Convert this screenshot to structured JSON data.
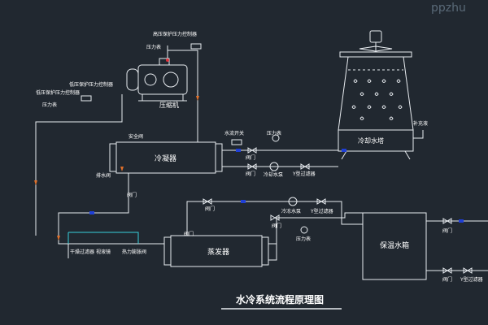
{
  "watermark": "ppzhu",
  "title": "水冷系统流程原理图",
  "colors": {
    "background": "#212830",
    "line": "#e8ecf0",
    "cyan": "#36d1dc",
    "flow_marker": "#1f3fd6",
    "arrow": "#e0702a",
    "red_valve": "#e0303a"
  },
  "labels": {
    "high_pressure_ctrl": "高压保护压力控制器",
    "gauge_top": "压力表",
    "low_pressure_ctrl": "低压保护压力控制器",
    "low_pressure_ctrl_alt": "低压保护压力控制器",
    "gauge_left": "压力表",
    "compressor": "压缩机",
    "safety_valve": "安全阀",
    "condenser": "冷凝器",
    "drain_valve": "排水阀",
    "valve_a": "阀门",
    "water_switch": "水流开关",
    "gauge_mid": "压力表",
    "cooling_tower": "冷却水塔",
    "makeup_valve": "补充液",
    "valve_b": "阀门",
    "valve_c": "阀门",
    "cooling_pump": "冷却水泵",
    "y_filter_1": "Y型过滤器",
    "valve_d": "阀门",
    "valve_e": "阀门",
    "chilled_pump": "冷冻水泵",
    "y_filter_2": "Y型过滤器",
    "valve_f": "阀门",
    "gauge_low": "压力表",
    "dry_filter": "干燥过滤器",
    "sight_glass": "视液镜",
    "expansion_valve": "热力膨胀阀",
    "evaporator": "蒸发器",
    "insulated_tank": "保温水箱",
    "valve_g": "阀门",
    "valve_h": "阀门",
    "y_filter_3": "Y型过滤器"
  }
}
